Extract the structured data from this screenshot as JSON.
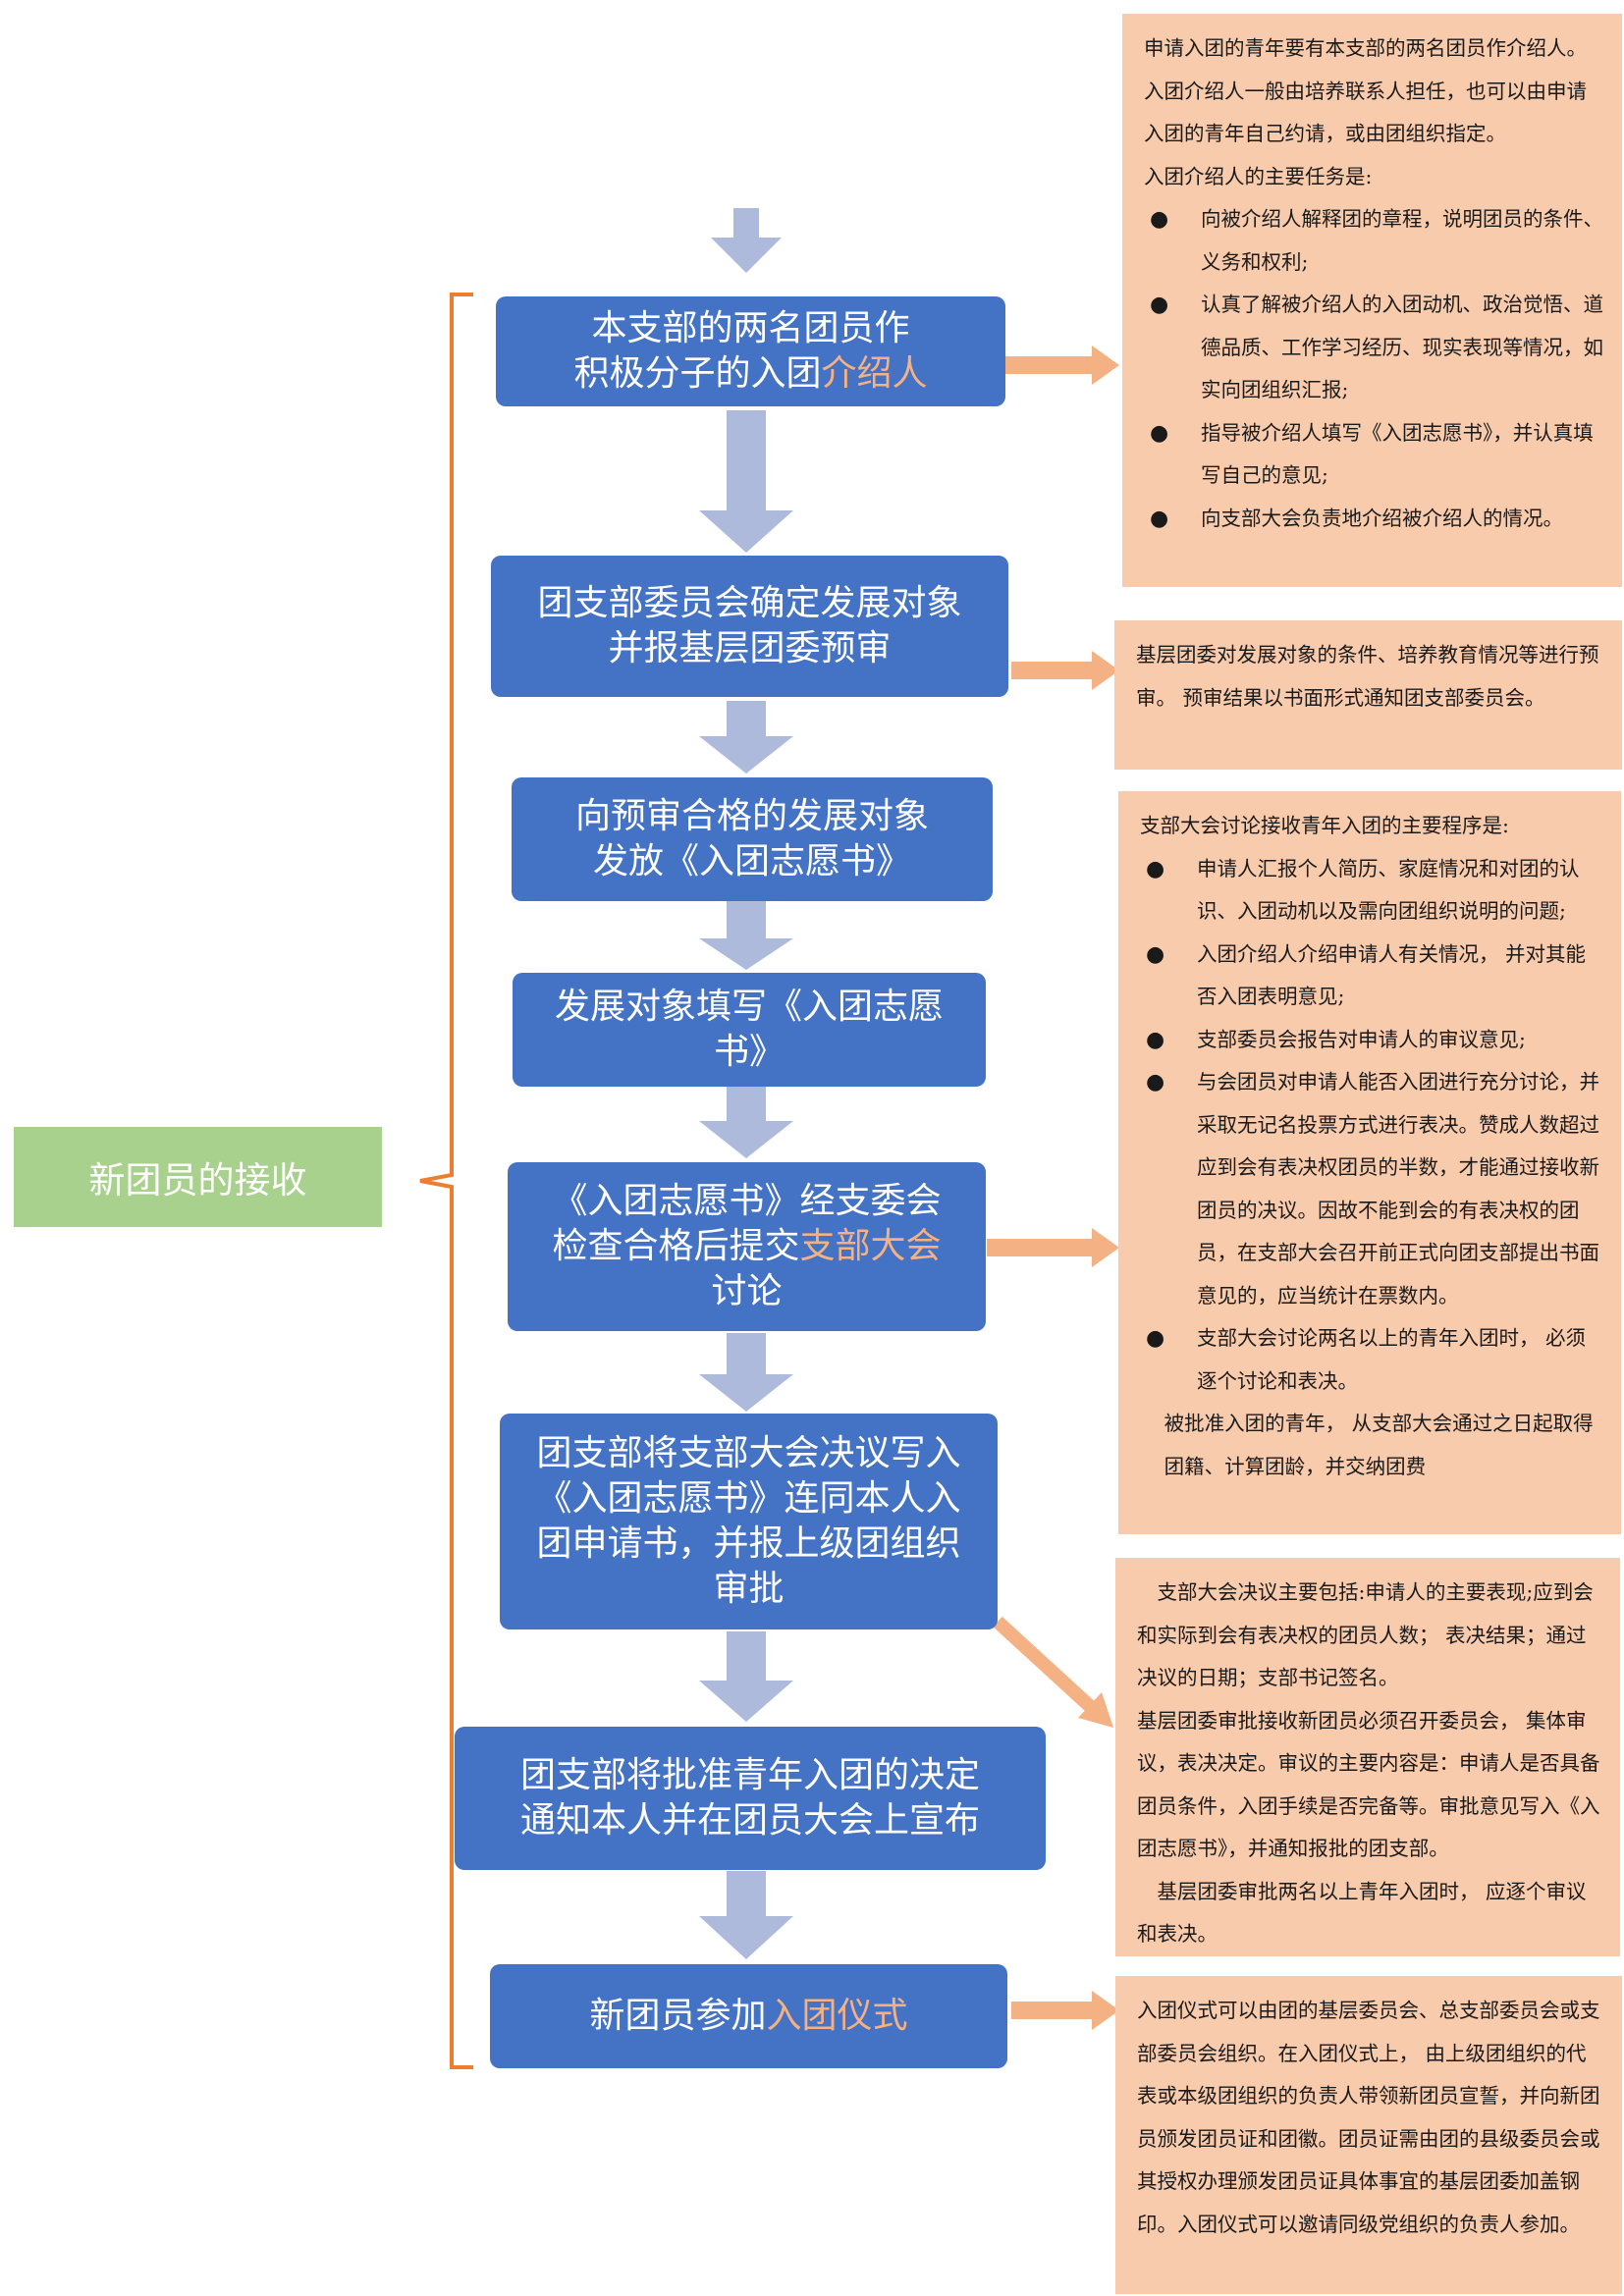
{
  "root": {
    "label": "新团员的接收"
  },
  "steps": [
    {
      "lines": [
        {
          "parts": [
            {
              "text": "本支部的两名团员作",
              "hl": false
            }
          ]
        },
        {
          "parts": [
            {
              "text": "积极分子的入团",
              "hl": false
            },
            {
              "text": "介绍人",
              "hl": true
            }
          ]
        }
      ]
    },
    {
      "lines": [
        {
          "parts": [
            {
              "text": "团支部委员会确定发展对象",
              "hl": false
            }
          ]
        },
        {
          "parts": [
            {
              "text": "并报基层团委预审",
              "hl": false
            }
          ]
        }
      ]
    },
    {
      "lines": [
        {
          "parts": [
            {
              "text": "向预审合格的发展对象",
              "hl": false
            }
          ]
        },
        {
          "parts": [
            {
              "text": "发放《入团志愿书》",
              "hl": false
            }
          ]
        }
      ]
    },
    {
      "lines": [
        {
          "parts": [
            {
              "text": "发展对象填写《入团志愿",
              "hl": false
            }
          ]
        },
        {
          "parts": [
            {
              "text": "书》",
              "hl": false
            }
          ]
        }
      ]
    },
    {
      "lines": [
        {
          "parts": [
            {
              "text": "《入团志愿书》经支委会",
              "hl": false
            }
          ]
        },
        {
          "parts": [
            {
              "text": "检查合格后提交",
              "hl": false
            },
            {
              "text": "支部大会",
              "hl": true
            }
          ]
        },
        {
          "parts": [
            {
              "text": "讨论",
              "hl": false
            }
          ]
        }
      ]
    },
    {
      "lines": [
        {
          "parts": [
            {
              "text": "团支部将支部大会决议写入",
              "hl": false
            }
          ]
        },
        {
          "parts": [
            {
              "text": "《入团志愿书》连同本人入",
              "hl": false
            }
          ]
        },
        {
          "parts": [
            {
              "text": "团申请书，并报上级团组织",
              "hl": false
            }
          ]
        },
        {
          "parts": [
            {
              "text": "审批",
              "hl": false
            }
          ]
        }
      ]
    },
    {
      "lines": [
        {
          "parts": [
            {
              "text": "团支部将批准青年入团的决定",
              "hl": false
            }
          ]
        },
        {
          "parts": [
            {
              "text": "通知本人并在团员大会上宣布",
              "hl": false
            }
          ]
        }
      ]
    },
    {
      "lines": [
        {
          "parts": [
            {
              "text": "新团员参加",
              "hl": false
            },
            {
              "text": "入团仪式",
              "hl": true
            }
          ]
        }
      ]
    }
  ],
  "notes": [
    {
      "blocks": [
        {
          "type": "p",
          "text": "申请入团的青年要有本支部的两名团员作介绍人。入团介绍人一般由培养联系人担任，也可以由申请入团的青年自己约请，或由团组织指定。"
        },
        {
          "type": "p",
          "text": "入团介绍人的主要任务是:"
        },
        {
          "type": "b",
          "text": "向被介绍人解释团的章程，说明团员的条件、 义务和权利;"
        },
        {
          "type": "b",
          "text": "认真了解被介绍人的入团动机、政治觉悟、道德品质、工作学习经历、现实表现等情况，如实向团组织汇报;"
        },
        {
          "type": "b",
          "text": "指导被介绍人填写《入团志愿书》，并认真填写自己的意见;"
        },
        {
          "type": "b",
          "text": "向支部大会负责地介绍被介绍人的情况。"
        }
      ]
    },
    {
      "blocks": [
        {
          "type": "p",
          "text": "基层团委对发展对象的条件、培养教育情况等进行预审。 预审结果以书面形式通知团支部委员会。"
        }
      ]
    },
    {
      "blocks": [
        {
          "type": "p",
          "text": "支部大会讨论接收青年入团的主要程序是:"
        },
        {
          "type": "b",
          "text": "申请人汇报个人简历、家庭情况和对团的认识、入团动机以及需向团组织说明的问题;"
        },
        {
          "type": "b",
          "text": "入团介绍人介绍申请人有关情况， 并对其能否入团表明意见;"
        },
        {
          "type": "b",
          "text": "支部委员会报告对申请人的审议意见;"
        },
        {
          "type": "b",
          "text": "与会团员对申请人能否入团进行充分讨论，并采取无记名投票方式进行表决。赞成人数超过应到会有表决权团员的半数，才能通过接收新团员的决议。因故不能到会的有表决权的团员，在支部大会召开前正式向团支部提出书面意见的，应当统计在票数内。"
        },
        {
          "type": "b",
          "text": "支部大会讨论两名以上的青年入团时， 必须逐个讨论和表决。"
        },
        {
          "type": "p2",
          "text": "被批准入团的青年， 从支部大会通过之日起取得团籍、计算团龄，并交纳团费"
        }
      ]
    },
    {
      "blocks": [
        {
          "type": "pi",
          "text": "支部大会决议主要包括:申请人的主要表现;应到会和实际到会有表决权的团员人数； 表决结果；通过决议的日期；支部书记签名。"
        },
        {
          "type": "p",
          "text": "基层团委审批接收新团员必须召开委员会， 集体审议，表决决定。审议的主要内容是：申请人是否具备团员条件，入团手续是否完备等。审批意见写入《入团志愿书》，并通知报批的团支部。"
        },
        {
          "type": "pi2",
          "text": "基层团委审批两名以上青年入团时， 应逐个审议和表决。"
        }
      ]
    },
    {
      "blocks": [
        {
          "type": "p",
          "text": "入团仪式可以由团的基层委员会、总支部委员会或支部委员会组织。在入团仪式上， 由上级团组织的代表或本级团组织的负责人带领新团员宣誓，并向新团员颁发团员证和团徽。团员证需由团的县级委员会或其授权办理颁发团员证具体事宜的基层团委加盖钢印。入团仪式可以邀请同级党组织的负责人参加。"
        }
      ]
    }
  ]
}
